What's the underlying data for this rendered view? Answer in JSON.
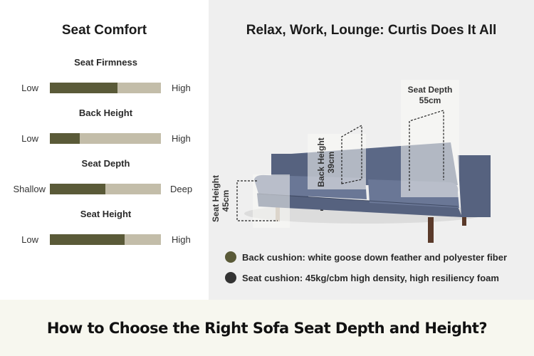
{
  "left_panel": {
    "title": "Seat Comfort",
    "metrics": [
      {
        "label": "Seat Firmness",
        "low": "Low",
        "high": "High",
        "fill_percent": 61
      },
      {
        "label": "Back Height",
        "low": "Low",
        "high": "High",
        "fill_percent": 27
      },
      {
        "label": "Seat Depth",
        "low": "Shallow",
        "high": "Deep",
        "fill_percent": 50
      },
      {
        "label": "Seat Height",
        "low": "Low",
        "high": "High",
        "fill_percent": 67
      }
    ]
  },
  "right_panel": {
    "title": "Relax, Work, Lounge: Curtis Does It All",
    "dimensions": {
      "seat_depth": {
        "label": "Seat Depth",
        "value": "55cm"
      },
      "back_height": {
        "label": "Back Height",
        "value": "39cm"
      },
      "seat_height": {
        "label": "Seat Height",
        "value": "45cm"
      }
    },
    "legend": [
      {
        "text": "Back cushion: white goose down feather and polyester fiber",
        "color": "#5a5a38"
      },
      {
        "text": "Seat cushion: 45kg/cbm high density, high resiliency foam",
        "color": "#333333"
      }
    ]
  },
  "footer": {
    "title": "How to Choose the Right Sofa Seat Depth and Height?"
  },
  "colors": {
    "bar_fill": "#5a5a38",
    "bar_track": "#c3bda9",
    "right_bg": "#efefef",
    "footer_bg": "#f7f7ef",
    "sofa": "#5b6886"
  }
}
